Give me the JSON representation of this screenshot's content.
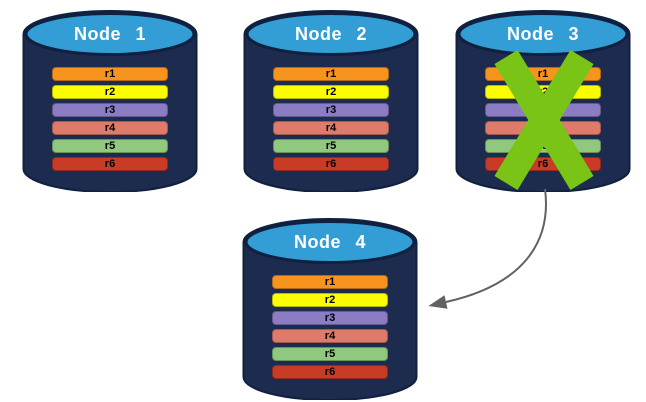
{
  "colors": {
    "canvas_bg": "#FFFFFF",
    "body_navy": "#1C2B4E",
    "rim_navy": "#10203F",
    "top_blue": "#339DD5",
    "node_label": "#FFFFFF",
    "bar_text": "#000000",
    "x_green": "#79C417",
    "arrow_gray": "#626262"
  },
  "annotations": {
    "failure_x_icon": "x-mark",
    "transfer_arrow_icon": "curved-arrow"
  },
  "nodes": [
    {
      "label": "Node 1",
      "replicas": [
        {
          "label": "r1",
          "color": "#F7941D"
        },
        {
          "label": "r2",
          "color": "#FCFE00"
        },
        {
          "label": "r3",
          "color": "#8C7CC4"
        },
        {
          "label": "r4",
          "color": "#DF7B6B"
        },
        {
          "label": "r5",
          "color": "#90C87E"
        },
        {
          "label": "r6",
          "color": "#C83B27"
        }
      ]
    },
    {
      "label": "Node 2",
      "replicas": [
        {
          "label": "r1",
          "color": "#F7941D"
        },
        {
          "label": "r2",
          "color": "#FCFE00"
        },
        {
          "label": "r3",
          "color": "#8C7CC4"
        },
        {
          "label": "r4",
          "color": "#DF7B6B"
        },
        {
          "label": "r5",
          "color": "#90C87E"
        },
        {
          "label": "r6",
          "color": "#C83B27"
        }
      ]
    },
    {
      "label": "Node 3",
      "failed": true,
      "replicas": [
        {
          "label": "r1",
          "color": "#F7941D"
        },
        {
          "label": "r2",
          "color": "#FCFE00"
        },
        {
          "label": "r3",
          "color": "#8C7CC4"
        },
        {
          "label": "r4",
          "color": "#DF7B6B"
        },
        {
          "label": "r5",
          "color": "#90C87E"
        },
        {
          "label": "r6",
          "color": "#C83B27"
        }
      ]
    },
    {
      "label": "Node 4",
      "replicas": [
        {
          "label": "r1",
          "color": "#F7941D"
        },
        {
          "label": "r2",
          "color": "#FCFE00"
        },
        {
          "label": "r3",
          "color": "#8C7CC4"
        },
        {
          "label": "r4",
          "color": "#DF7B6B"
        },
        {
          "label": "r5",
          "color": "#90C87E"
        },
        {
          "label": "r6",
          "color": "#C83B27"
        }
      ]
    }
  ]
}
